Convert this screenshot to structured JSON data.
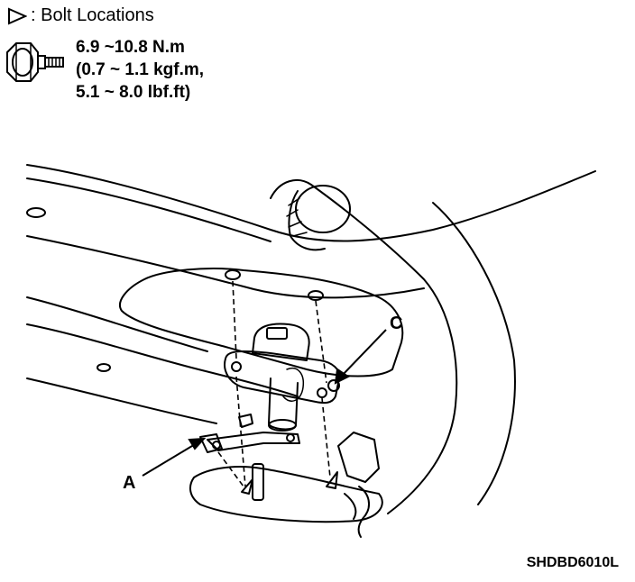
{
  "legend": {
    "symbol": "triangle-icon",
    "label": ": Bolt Locations"
  },
  "torque": {
    "icon": "bolt-icon",
    "line1": "6.9 ~10.8 N.m",
    "line2": "(0.7 ~ 1.1 kgf.m,",
    "line3": "5.1 ~ 8.0 lbf.ft)"
  },
  "callouts": {
    "a": "A",
    "c": "C"
  },
  "figure_code": "SHDBD6010L"
}
